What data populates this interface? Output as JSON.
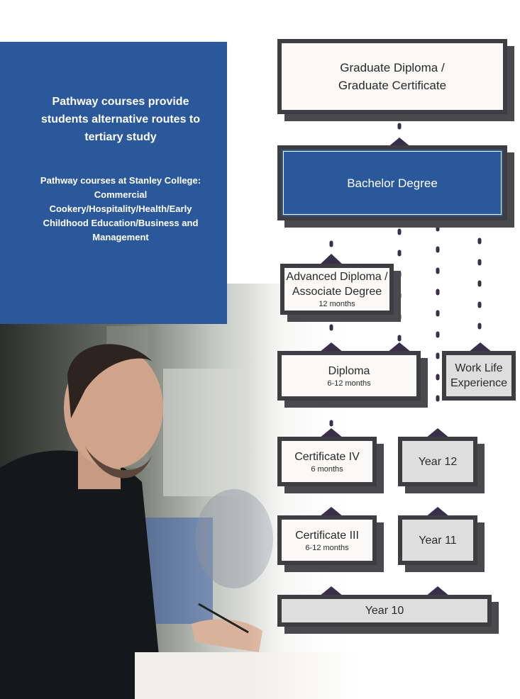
{
  "info_panel": {
    "heading": "Pathway courses provide students alternative routes to tertiary study",
    "subtext": "Pathway courses at Stanley College: Commercial Cookery/Hospitality/Health/Early Childhood Education/Business and Management"
  },
  "pathway": {
    "graduate": {
      "title": "Graduate Diploma / Graduate Certificate"
    },
    "bachelor": {
      "title": "Bachelor Degree"
    },
    "advanced": {
      "title": "Advanced Diploma / Associate Degree",
      "duration": "12 months"
    },
    "diploma": {
      "title": "Diploma",
      "duration": "6-12 months"
    },
    "work_life": {
      "title": "Work Life Experience"
    },
    "cert4": {
      "title": "Certificate IV",
      "duration": "6 months"
    },
    "year12": {
      "title": "Year 12"
    },
    "cert3": {
      "title": "Certificate III",
      "duration": "6-12 months"
    },
    "year11": {
      "title": "Year 11"
    },
    "year10": {
      "title": "Year 10"
    }
  },
  "colors": {
    "brand_blue": "#2b589b",
    "box_border": "#3e3e42",
    "connector": "#3a2f4a",
    "grey_box": "#dedede"
  }
}
